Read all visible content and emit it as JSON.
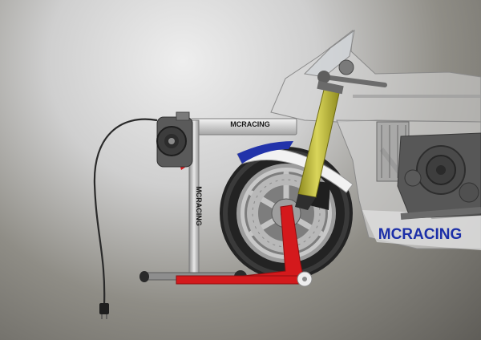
{
  "scene": {
    "subject": "motorcycle front wheel on a paddock stand with heated blower",
    "fairing_logo": "MCRACING",
    "stand_top_logo": "MCRACING",
    "stand_post_logo": "MCRACING",
    "colors": {
      "stand_red": "#d4191c",
      "fork_yellow": "#c8c23a",
      "logo_blue": "#1c2fa8",
      "fender_blue": "#2233aa",
      "metal_gray": "#b9b9b9",
      "tire_black": "#232323"
    },
    "icons": [
      "power-cable-icon",
      "plug-icon",
      "blower-icon",
      "wheel-icon",
      "brake-disc-icon",
      "fork-icon",
      "engine-icon"
    ]
  }
}
